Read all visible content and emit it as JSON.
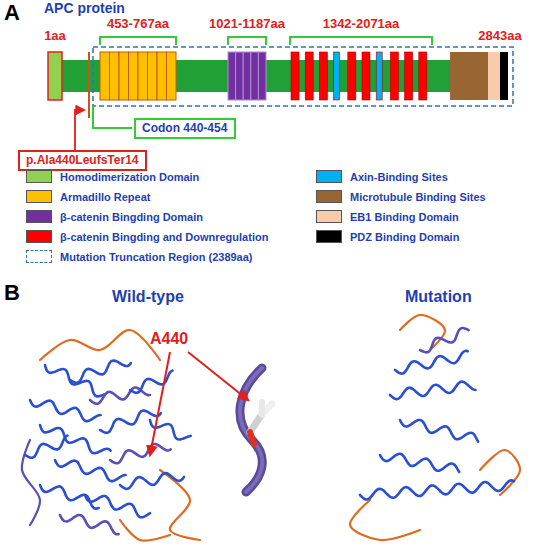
{
  "diagram": {
    "nodes": [
      {
        "text": [
          "Codon 440-454"
        ]
      },
      {
        "text": [
          "p.Ala440LeufsTer14"
        ]
      }
    ],
    "labels": [
      "A",
      "APC protein",
      "453-767aa",
      "1021-1187aa",
      "1342-2071aa",
      "1aa",
      "2843aa",
      "B",
      "Wild-type",
      "A440",
      "Mutation"
    ],
    "legend": [
      {
        "text": "Homodimerization Domain",
        "color": "#92d050"
      },
      {
        "text": "Axin-Binding Sites",
        "color": "#00b0f0"
      },
      {
        "text": "Armadillo Repeat",
        "color": "#ffc000"
      },
      {
        "text": "Microtubule Binding Sites",
        "color": "#996633"
      },
      {
        "text": "β-catenin Bingding Domain",
        "color": "#7030a0"
      },
      {
        "text": "EB1 Binding Domain",
        "color": "#f8cbad"
      },
      {
        "text": "β-catenin Bingding and Downregulation",
        "color": "#ff0000"
      },
      {
        "text": "PDZ Binding Domain",
        "color": "#000000"
      },
      {
        "text": "Mutation Truncation Region (2389aa)"
      }
    ]
  }
}
